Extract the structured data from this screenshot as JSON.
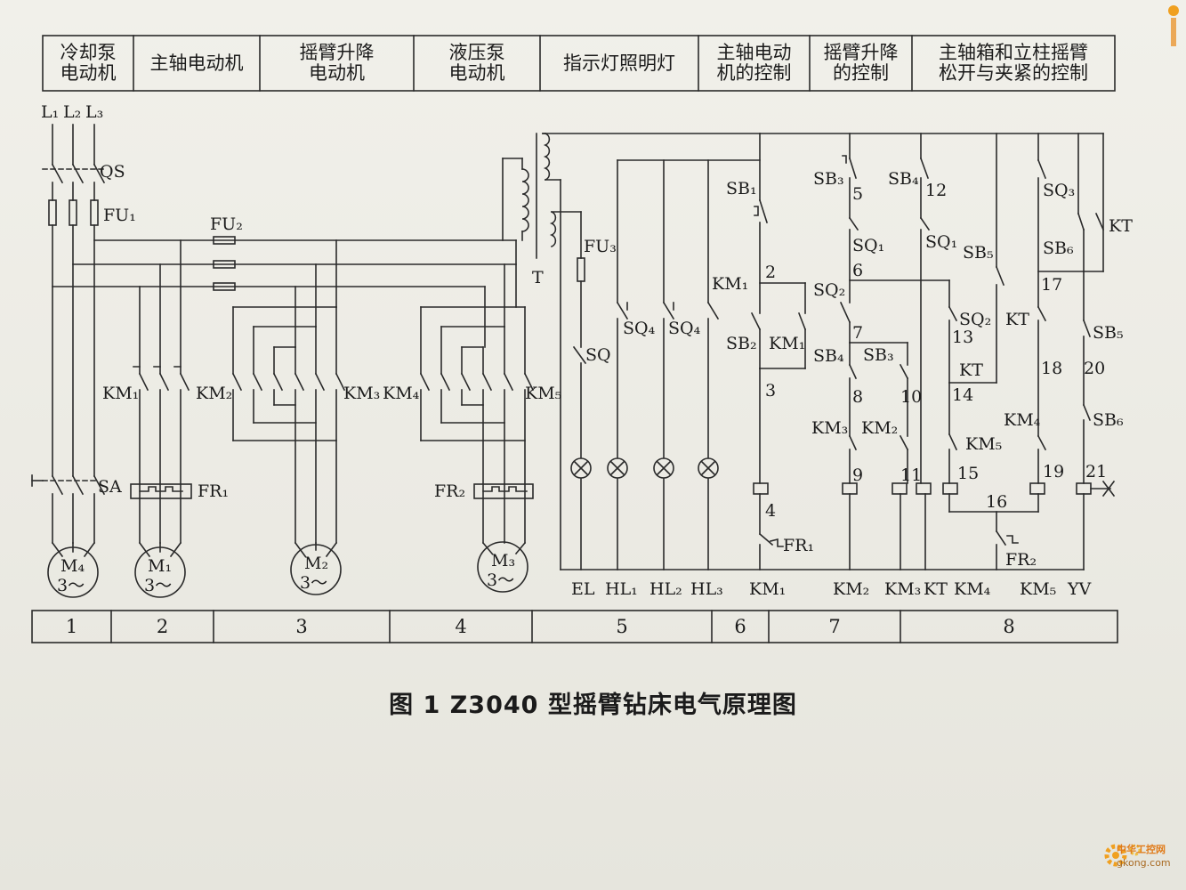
{
  "header_sections": [
    {
      "label": "冷却泵\n电动机"
    },
    {
      "label": "主轴电动机"
    },
    {
      "label": "摇臂升降\n电动机"
    },
    {
      "label": "液压泵\n电动机"
    },
    {
      "label": "指示灯照明灯"
    },
    {
      "label": "主轴电动\n机的控制"
    },
    {
      "label": "摇臂升降\n的控制"
    },
    {
      "label": "主轴箱和立柱摇臂\n松开与夹紧的控制"
    }
  ],
  "footer_sections": [
    "1",
    "2",
    "3",
    "4",
    "5",
    "6",
    "7",
    "8"
  ],
  "caption": "图 1    Z3040 型摇臂钻床电气原理图",
  "labels": {
    "L1": "L₁",
    "L2": "L₂",
    "L3": "L₃",
    "QS": "QS",
    "FU1": "FU₁",
    "FU2": "FU₂",
    "FU3": "FU₃",
    "SA": "SA",
    "FR1": "FR₁",
    "FR2": "FR₂",
    "T": "T",
    "KM1": "KM₁",
    "KM2": "KM₂",
    "KM3": "KM₃",
    "KM4": "KM₄",
    "KM5": "KM₅",
    "M4": "M₄",
    "M1": "M₁",
    "M2": "M₂",
    "M3": "M₃",
    "phase": "3～",
    "SQ": "SQ",
    "SQ1": "SQ₁",
    "SQ2": "SQ₂",
    "SQ3": "SQ₃",
    "SQ4": "SQ₄",
    "SB1": "SB₁",
    "SB2": "SB₂",
    "SB3": "SB₃",
    "SB4": "SB₄",
    "SB5": "SB₅",
    "SB6": "SB₆",
    "KT": "KT",
    "EL": "EL",
    "HL1": "HL₁",
    "HL2": "HL₂",
    "HL3": "HL₃",
    "YV": "YV"
  },
  "wire_numbers": [
    "2",
    "3",
    "4",
    "5",
    "6",
    "7",
    "8",
    "9",
    "10",
    "11",
    "12",
    "13",
    "14",
    "15",
    "16",
    "17",
    "18",
    "19",
    "20",
    "21"
  ],
  "watermark": {
    "site": "中华工控网",
    "url": "gkong.com"
  }
}
